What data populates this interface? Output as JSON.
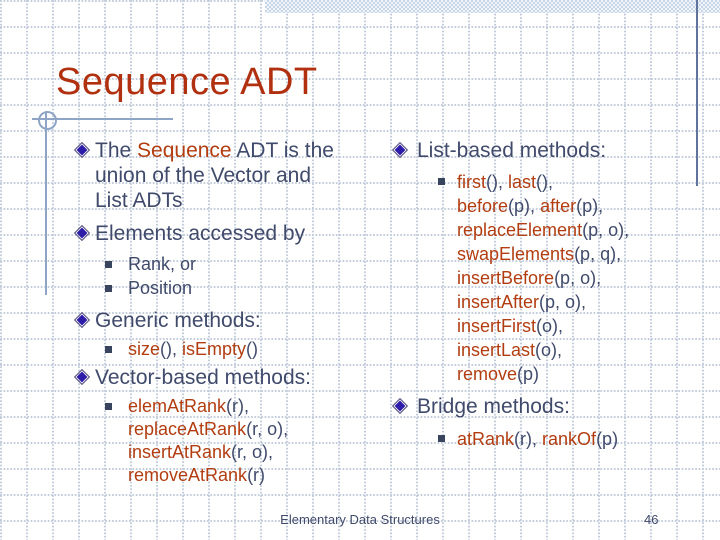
{
  "slide": {
    "title": "Sequence ADT",
    "footer": {
      "course": "Elementary Data Structures",
      "page": "46"
    }
  },
  "colors": {
    "title": "#b13010",
    "body": "#404a6b",
    "kw": "#b23d11",
    "diamond": "#2d1ca8",
    "diamond-edge": "#55507e",
    "square": "#39445f",
    "line": "#8fa5c6",
    "line-dark": "#5f739c",
    "band": "#c7d7e9",
    "grid": "#bfc9d8"
  },
  "icons": {
    "diamond_bullet": "diamond-bullet-icon",
    "square_bullet": "square-bullet-icon"
  },
  "left": {
    "b1": {
      "segments": [
        {
          "t": "The ",
          "c": "pl"
        },
        {
          "t": "Sequence",
          "c": "kw"
        },
        {
          "t": " ADT is the",
          "c": "pl"
        },
        {
          "br": true
        },
        {
          "t": "union of the Vector and",
          "c": "pl"
        },
        {
          "br": true
        },
        {
          "t": "List ADTs",
          "c": "pl"
        }
      ]
    },
    "b2": {
      "text": "Elements accessed by"
    },
    "b2_subs": {
      "0": "Rank, or",
      "1": "Position"
    },
    "b3": {
      "text": "Generic methods:"
    },
    "b3_sub": {
      "segments": [
        {
          "t": "size",
          "c": "kw"
        },
        {
          "t": "(), ",
          "c": "pl"
        },
        {
          "t": "isEmpty",
          "c": "kw"
        },
        {
          "t": "()",
          "c": "pl"
        }
      ]
    },
    "b4": {
      "text": "Vector-based methods:"
    },
    "b4_sub": {
      "segments": [
        {
          "t": "elemAtRank",
          "c": "kw"
        },
        {
          "t": "(r),",
          "c": "pl"
        },
        {
          "br": true
        },
        {
          "t": "replaceAtRank",
          "c": "kw"
        },
        {
          "t": "(r, o),",
          "c": "pl"
        },
        {
          "br": true
        },
        {
          "t": "insertAtRank",
          "c": "kw"
        },
        {
          "t": "(r, o),",
          "c": "pl"
        },
        {
          "br": true
        },
        {
          "t": "removeAtRank",
          "c": "kw"
        },
        {
          "t": "(r)",
          "c": "pl"
        }
      ]
    }
  },
  "right": {
    "r1": {
      "text": "List-based methods:"
    },
    "r1_sub": {
      "segments": [
        {
          "t": "first",
          "c": "kw"
        },
        {
          "t": "(), ",
          "c": "pl"
        },
        {
          "t": "last",
          "c": "kw"
        },
        {
          "t": "(),",
          "c": "pl"
        },
        {
          "br": true
        },
        {
          "t": "before",
          "c": "kw"
        },
        {
          "t": "(p), ",
          "c": "pl"
        },
        {
          "t": "after",
          "c": "kw"
        },
        {
          "t": "(p),",
          "c": "pl"
        },
        {
          "br": true
        },
        {
          "t": "replaceElement",
          "c": "kw"
        },
        {
          "t": "(p, o),",
          "c": "pl"
        },
        {
          "br": true
        },
        {
          "t": "swapElements",
          "c": "kw"
        },
        {
          "t": "(p, q),",
          "c": "pl"
        },
        {
          "br": true
        },
        {
          "t": "insertBefore",
          "c": "kw"
        },
        {
          "t": "(p, o),",
          "c": "pl"
        },
        {
          "br": true
        },
        {
          "t": "insertAfter",
          "c": "kw"
        },
        {
          "t": "(p, o),",
          "c": "pl"
        },
        {
          "br": true
        },
        {
          "t": "insertFirst",
          "c": "kw"
        },
        {
          "t": "(o),",
          "c": "pl"
        },
        {
          "br": true
        },
        {
          "t": "insertLast",
          "c": "kw"
        },
        {
          "t": "(o),",
          "c": "pl"
        },
        {
          "br": true
        },
        {
          "t": "remove",
          "c": "kw"
        },
        {
          "t": "(p)",
          "c": "pl"
        }
      ]
    },
    "r2": {
      "text": "Bridge methods:"
    },
    "r2_sub": {
      "segments": [
        {
          "t": "atRank",
          "c": "kw"
        },
        {
          "t": "(r), ",
          "c": "pl"
        },
        {
          "t": "rankOf",
          "c": "kw"
        },
        {
          "t": "(p)",
          "c": "pl"
        }
      ]
    }
  }
}
